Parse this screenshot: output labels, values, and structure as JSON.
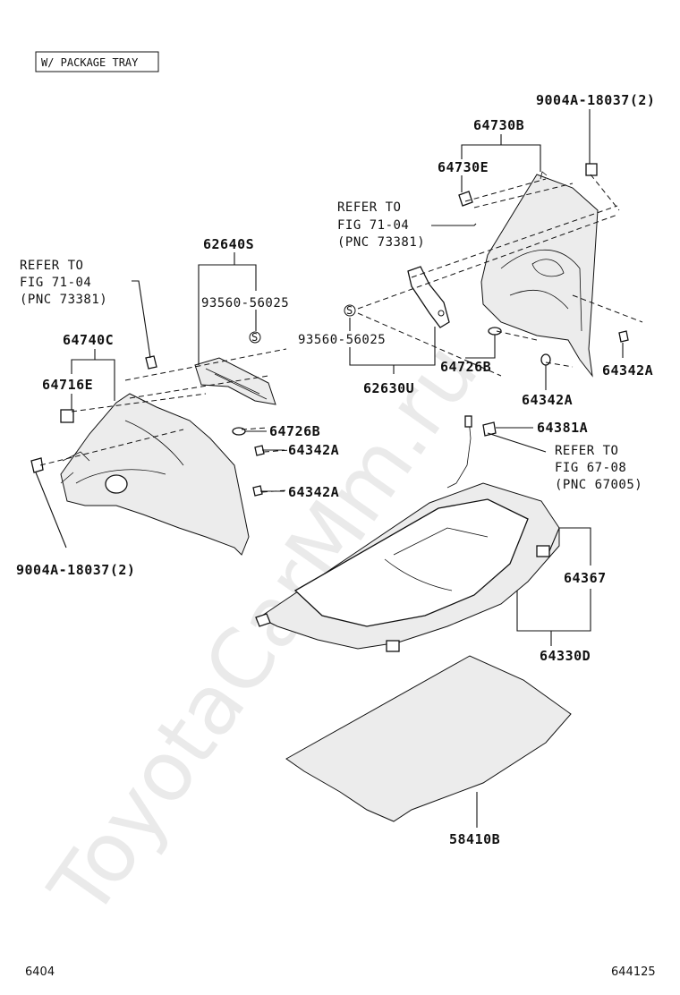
{
  "header": {
    "variant_note": "W/ PACKAGE TRAY"
  },
  "watermark": "ToyotaCarMm.ru",
  "labels": {
    "p9004a_top": "9004A-18037(2)",
    "p64730b": "64730B",
    "p64730e": "64730E",
    "ref_right_1": "REFER TO",
    "ref_right_2": "FIG 71-04",
    "ref_right_3": "(PNC 73381)",
    "p62640s": "62640S",
    "ref_left_1": "REFER TO",
    "ref_left_2": "FIG 71-04",
    "ref_left_3": "(PNC 73381)",
    "p93560_left": "93560-56025",
    "p93560_right": "93560-56025",
    "p64740c": "64740C",
    "p64716e": "64716E",
    "p62630u": "62630U",
    "p64726b_right": "64726B",
    "p64342a_right1": "64342A",
    "p64342a_right2": "64342A",
    "p64726b_left": "64726B",
    "p64342a_left1": "64342A",
    "p64342a_left2": "64342A",
    "p64381a": "64381A",
    "ref_tray_1": "REFER TO",
    "ref_tray_2": "FIG 67-08",
    "ref_tray_3": "(PNC 67005)",
    "p9004a_bottom": "9004A-18037(2)",
    "p64367": "64367",
    "p64330d": "64330D",
    "p58410b": "58410B"
  },
  "footer": {
    "figure_no": "6404",
    "drawing_no": "644125"
  }
}
